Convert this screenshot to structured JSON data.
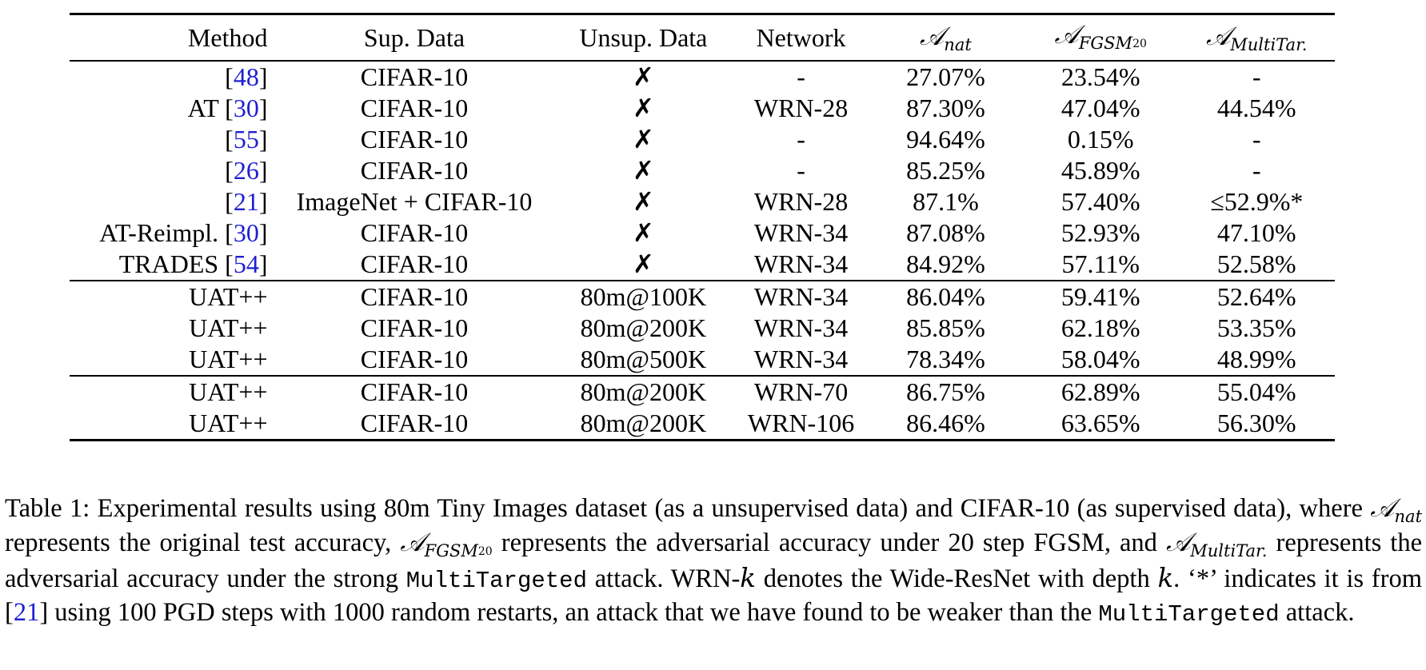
{
  "table": {
    "headers": {
      "method": "Method",
      "sup_data": "Sup. Data",
      "unsup_data": "Unsup. Data",
      "network": "Network",
      "acc_nat": {
        "symbol": "𝒜",
        "sub": "nat",
        "sup": ""
      },
      "acc_fgsm": {
        "symbol": "𝒜",
        "sub": "FGSM",
        "sup": "20"
      },
      "acc_multi": {
        "symbol": "𝒜",
        "sub": "MultiTar.",
        "sup": ""
      }
    },
    "groups": [
      {
        "rows": [
          {
            "method_prefix": "",
            "cite": "48",
            "sup_data": "CIFAR-10",
            "unsup_data": "✗",
            "network": "-",
            "acc_nat": "27.07%",
            "acc_fgsm": "23.54%",
            "acc_multi": "-",
            "bold_fgsm": false,
            "bold_multi": false
          },
          {
            "method_prefix": "AT ",
            "cite": "30",
            "sup_data": "CIFAR-10",
            "unsup_data": "✗",
            "network": "WRN-28",
            "acc_nat": "87.30%",
            "acc_fgsm": "47.04%",
            "acc_multi": "44.54%",
            "bold_fgsm": false,
            "bold_multi": false
          },
          {
            "method_prefix": "",
            "cite": "55",
            "sup_data": "CIFAR-10",
            "unsup_data": "✗",
            "network": "-",
            "acc_nat": "94.64%",
            "acc_fgsm": "0.15%",
            "acc_multi": "-",
            "bold_fgsm": false,
            "bold_multi": false
          },
          {
            "method_prefix": "",
            "cite": "26",
            "sup_data": "CIFAR-10",
            "unsup_data": "✗",
            "network": "-",
            "acc_nat": "85.25%",
            "acc_fgsm": "45.89%",
            "acc_multi": "-",
            "bold_fgsm": false,
            "bold_multi": false
          },
          {
            "method_prefix": "",
            "cite": "21",
            "sup_data": "ImageNet + CIFAR-10",
            "unsup_data": "✗",
            "network": "WRN-28",
            "acc_nat": "87.1%",
            "acc_fgsm": "57.40%",
            "acc_multi": "≤52.9%*",
            "bold_fgsm": false,
            "bold_multi": false
          },
          {
            "method_prefix": "AT-Reimpl. ",
            "cite": "30",
            "sup_data": "CIFAR-10",
            "unsup_data": "✗",
            "network": "WRN-34",
            "acc_nat": "87.08%",
            "acc_fgsm": "52.93%",
            "acc_multi": "47.10%",
            "bold_fgsm": false,
            "bold_multi": false
          },
          {
            "method_prefix": "TRADES ",
            "cite": "54",
            "sup_data": "CIFAR-10",
            "unsup_data": "✗",
            "network": "WRN-34",
            "acc_nat": "84.92%",
            "acc_fgsm": "57.11%",
            "acc_multi": "52.58%",
            "bold_fgsm": false,
            "bold_multi": false
          }
        ]
      },
      {
        "rows": [
          {
            "method_prefix": "UAT++",
            "cite": "",
            "sup_data": "CIFAR-10",
            "unsup_data": "80m@100K",
            "network": "WRN-34",
            "acc_nat": "86.04%",
            "acc_fgsm": "59.41%",
            "acc_multi": "52.64%",
            "bold_fgsm": false,
            "bold_multi": false
          },
          {
            "method_prefix": "UAT++",
            "cite": "",
            "sup_data": "CIFAR-10",
            "unsup_data": "80m@200K",
            "network": "WRN-34",
            "acc_nat": "85.85%",
            "acc_fgsm": "62.18%",
            "acc_multi": "53.35%",
            "bold_fgsm": true,
            "bold_multi": true
          },
          {
            "method_prefix": "UAT++",
            "cite": "",
            "sup_data": "CIFAR-10",
            "unsup_data": "80m@500K",
            "network": "WRN-34",
            "acc_nat": "78.34%",
            "acc_fgsm": "58.04%",
            "acc_multi": "48.99%",
            "bold_fgsm": false,
            "bold_multi": false
          }
        ]
      },
      {
        "rows": [
          {
            "method_prefix": "UAT++",
            "cite": "",
            "sup_data": "CIFAR-10",
            "unsup_data": "80m@200K",
            "network": "WRN-70",
            "acc_nat": "86.75%",
            "acc_fgsm": "62.89%",
            "acc_multi": "55.04%",
            "bold_fgsm": false,
            "bold_multi": false
          },
          {
            "method_prefix": "UAT++",
            "cite": "",
            "sup_data": "CIFAR-10",
            "unsup_data": "80m@200K",
            "network": "WRN-106",
            "acc_nat": "86.46%",
            "acc_fgsm": "63.65%",
            "acc_multi": "56.30%",
            "bold_fgsm": true,
            "bold_multi": true
          }
        ]
      }
    ]
  },
  "caption": {
    "label": "Table 1:",
    "t1": "Experimental results using 80m Tiny Images dataset (as a unsupervised data) and CIFAR-10 (as supervised data), where ",
    "t2": " represents the original test accuracy, ",
    "t3": " represents the adversarial accuracy under 20 step FGSM, and ",
    "t4": " represents the adversarial accuracy under the strong ",
    "mono1": "MultiTargeted",
    "t5": " attack. WRN-",
    "k1": "k",
    "t6": " denotes the Wide-ResNet with depth ",
    "k2": "k",
    "t7": ". ‘*’ indicates it is from [",
    "cite": "21",
    "t8": "] using 100 PGD steps with 1000 random restarts, an attack that we have found to be weaker than the ",
    "mono2": "MultiTargeted",
    "t9": " attack."
  }
}
